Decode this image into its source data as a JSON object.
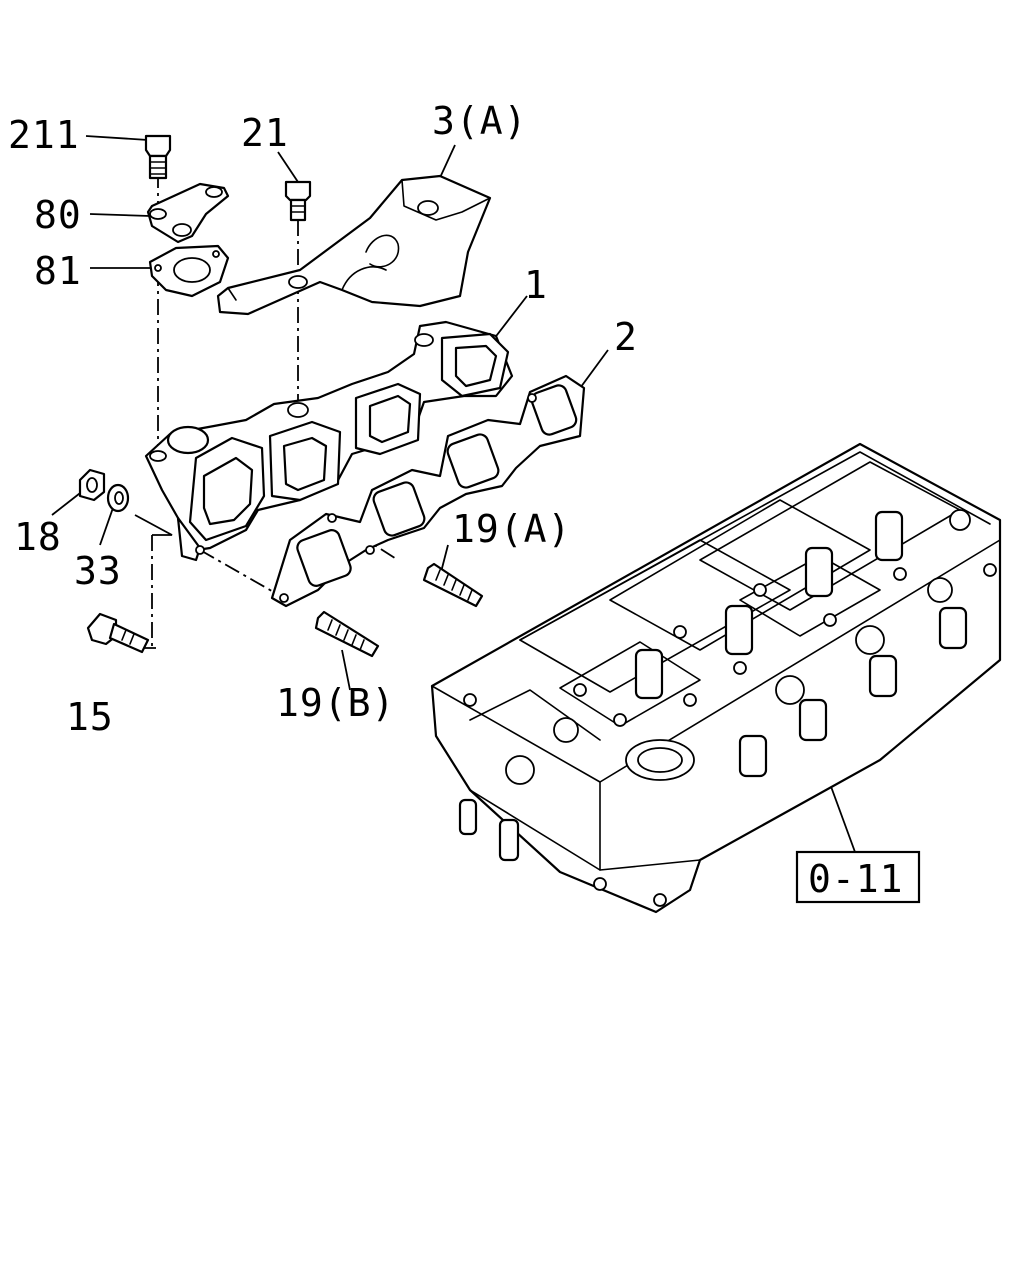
{
  "callouts": {
    "p211": "211",
    "p21": "21",
    "p3a": "3(A)",
    "p80": "80",
    "p81": "81",
    "p1": "1",
    "p2": "2",
    "p18": "18",
    "p33": "33",
    "p19a": "19(A)",
    "p15": "15",
    "p19b": "19(B)",
    "ref": "0-11"
  }
}
